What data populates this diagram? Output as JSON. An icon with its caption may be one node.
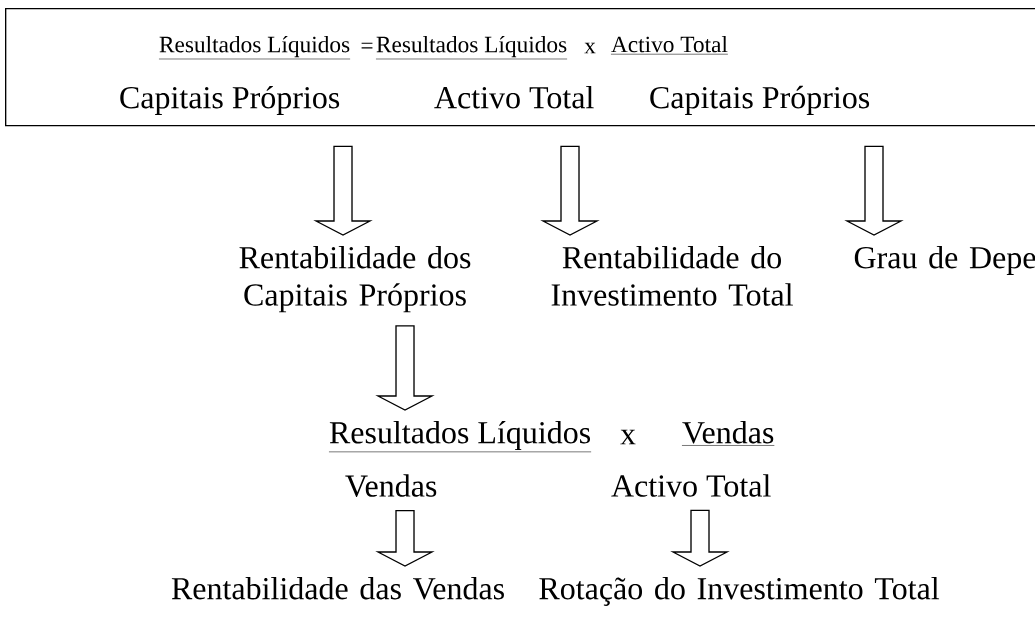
{
  "diagram": {
    "nodes": [
      {
        "text": [],
        "shape": "box"
      },
      {
        "text": [
          "Resultados Líquidos",
          "Capitais Próprios"
        ],
        "in": 0
      },
      {
        "text": [
          "Resultados Líquidos",
          "Activo Total"
        ],
        "in": 0
      },
      {
        "text": [
          "Activo Total",
          "Capitais Próprios"
        ],
        "in": 0
      },
      {
        "text": [
          "Rentabilidade dos Capitais Próprios"
        ]
      },
      {
        "text": [
          "Rentabilidade do Investimento Total"
        ]
      },
      {
        "text": [
          "Grau de Depe"
        ]
      },
      {
        "text": [
          "Resultados Líquidos",
          "Vendas"
        ]
      },
      {
        "text": [
          "Vendas",
          "Activo Total"
        ]
      },
      {
        "text": [
          "Rentabilidade das Vendas"
        ]
      },
      {
        "text": [
          "Rotação do Investimento Total"
        ]
      }
    ],
    "edges": [
      {
        "from": 1,
        "to": 4,
        "arrow": "to"
      },
      {
        "from": 2,
        "to": 5,
        "arrow": "to"
      },
      {
        "from": 3,
        "to": 6,
        "arrow": "to"
      },
      {
        "from": 4,
        "to": 7,
        "arrow": "to"
      },
      {
        "from": 7,
        "to": 9,
        "arrow": "to"
      },
      {
        "from": 8,
        "to": 10,
        "arrow": "to"
      }
    ],
    "labels": [
      "=",
      "x",
      "x"
    ]
  }
}
